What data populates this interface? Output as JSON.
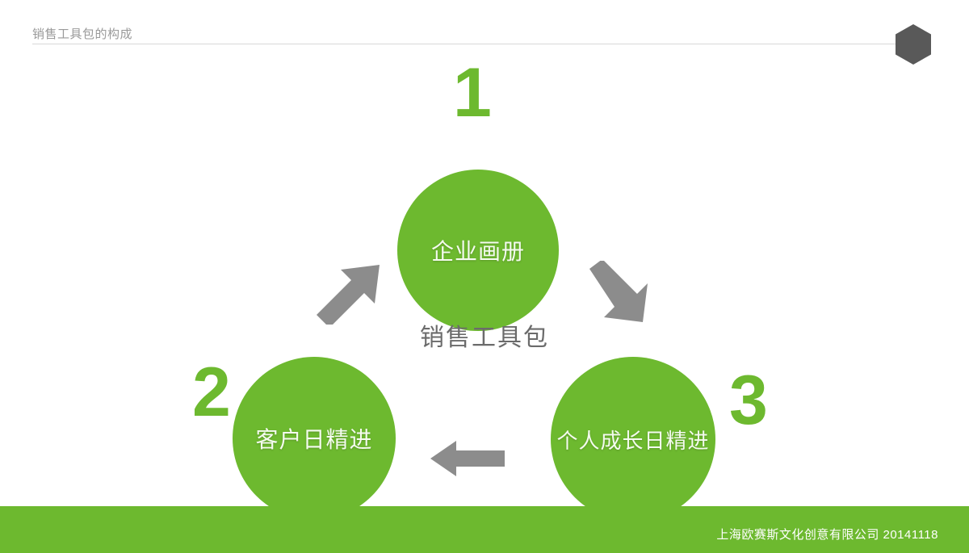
{
  "header": {
    "title": "销售工具包的构成",
    "hex_icon": "hexagon-icon",
    "hex_color": "#595959",
    "rule_color": "#d8d8d8"
  },
  "diagram": {
    "type": "cycle",
    "center_label": "销售工具包",
    "accent_color": "#6db92f",
    "arrow_color": "#8c8c8c",
    "nodes": [
      {
        "number": "1",
        "label": "企业画册"
      },
      {
        "number": "2",
        "label": "客户日精进"
      },
      {
        "number": "3",
        "label": "个人成长日精进"
      }
    ],
    "arrows": [
      {
        "name": "arrow-up-right",
        "from": "客户日精进",
        "to": "企业画册"
      },
      {
        "name": "arrow-down-right",
        "from": "企业画册",
        "to": "个人成长日精进"
      },
      {
        "name": "arrow-left",
        "from": "个人成长日精进",
        "to": "客户日精进"
      }
    ]
  },
  "footer": {
    "text": "上海欧赛斯文化创意有限公司  20141118",
    "bar_color": "#6db92f"
  }
}
